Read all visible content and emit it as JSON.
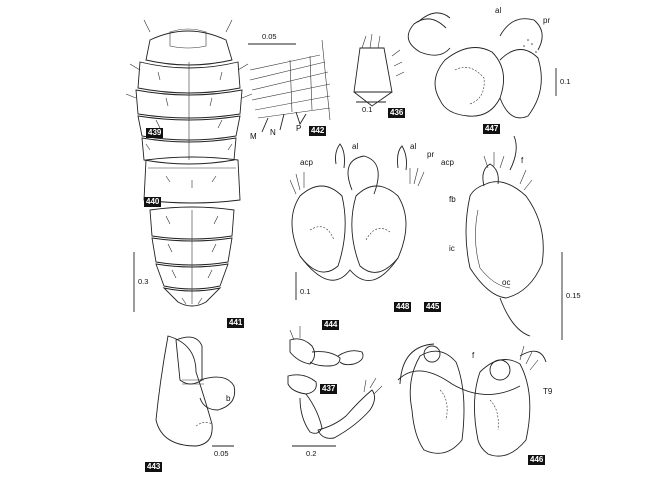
{
  "figures": [
    {
      "id": "fig-439",
      "label": "439"
    },
    {
      "id": "fig-440",
      "label": "440"
    },
    {
      "id": "fig-441",
      "label": "441"
    },
    {
      "id": "fig-442",
      "label": "442"
    },
    {
      "id": "fig-436",
      "label": "436"
    },
    {
      "id": "fig-447",
      "label": "447"
    },
    {
      "id": "fig-448",
      "label": "448"
    },
    {
      "id": "fig-445",
      "label": "445"
    },
    {
      "id": "fig-443",
      "label": "443"
    },
    {
      "id": "fig-444",
      "label": "444"
    },
    {
      "id": "fig-437",
      "label": "437"
    },
    {
      "id": "fig-446",
      "label": "446"
    }
  ],
  "annotations": {
    "m": "M",
    "n": "N",
    "p": "P",
    "al_447": "al",
    "pr_447": "pr",
    "acp_left": "acp",
    "al_448a": "al",
    "al_448b": "al",
    "pr_448": "pr",
    "acp_right": "acp",
    "f_445": "f",
    "fb": "fb",
    "ic": "ic",
    "oc": "oc",
    "b": "b",
    "f_446": "f",
    "t9": "T9"
  },
  "scale_bars": {
    "s442": "0.05",
    "s436": "0.1",
    "s447": "0.1",
    "s441": "0.3",
    "s448": "0.1",
    "s445": "0.15",
    "s443": "0.05",
    "s437": "0.2"
  }
}
